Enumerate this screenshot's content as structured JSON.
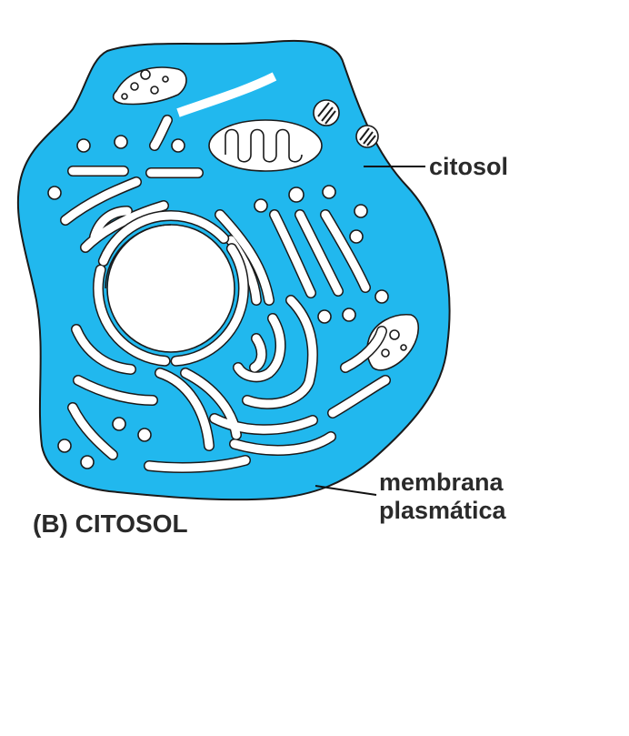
{
  "labels": {
    "citosol": "citosol",
    "membrane_line1": "membrana",
    "membrane_line2": "plasmática",
    "caption": "(B) CITOSOL"
  },
  "colors": {
    "cytosol_fill": "#21b8ee",
    "organelle_fill": "#ffffff",
    "outline": "#1a1a1a",
    "text": "#2a2a2a"
  }
}
